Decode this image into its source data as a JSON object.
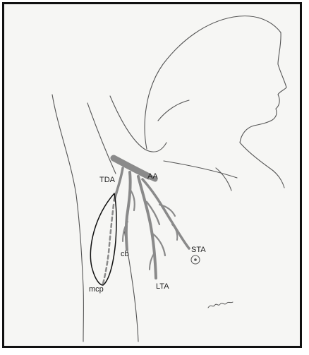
{
  "labels": {
    "aa": "AA",
    "tda": "TDA",
    "cb": "cb",
    "sta": "STA",
    "mcp": "mcp",
    "lta": "LTA"
  },
  "colors": {
    "artery": "#8a8a8a",
    "outline": "#555555",
    "frame": "#111111",
    "background": "#f6f6f4"
  }
}
